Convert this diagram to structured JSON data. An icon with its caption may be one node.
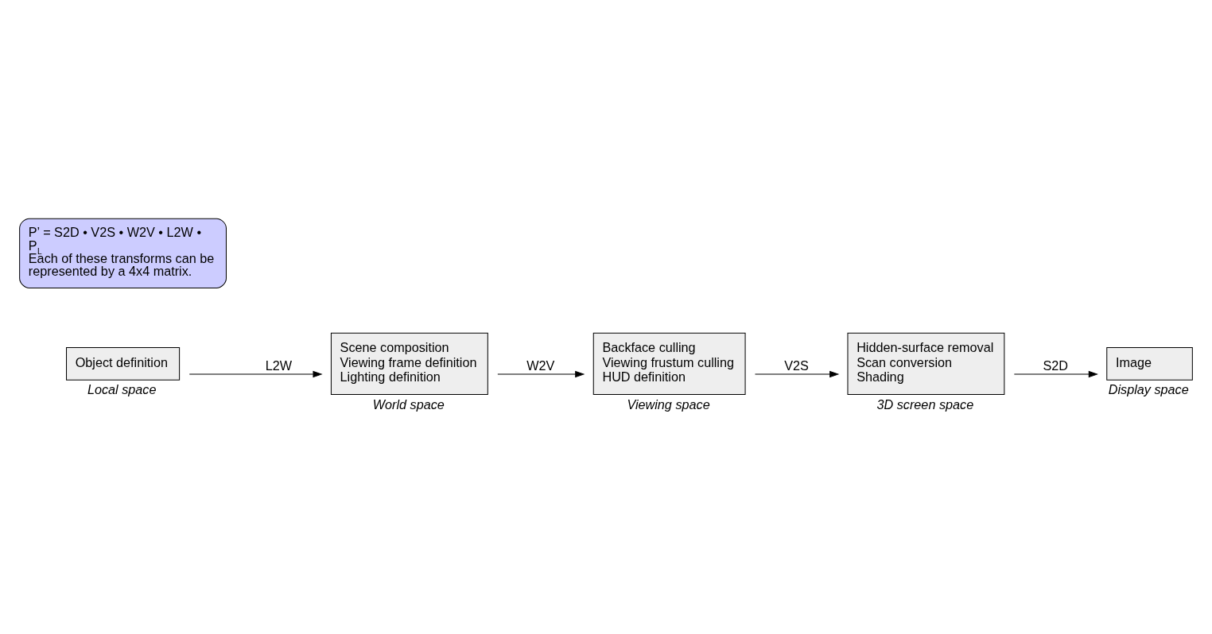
{
  "diagram": {
    "nodes": [
      {
        "text": [
          "Object definition"
        ],
        "beside": [
          "Local space"
        ]
      },
      {
        "text": [
          "Scene composition",
          "Viewing frame definition",
          "Lighting definition"
        ],
        "beside": [
          "World space"
        ]
      },
      {
        "text": [
          "Backface culling",
          "Viewing frustum culling",
          "HUD definition"
        ],
        "beside": [
          "Viewing space"
        ]
      },
      {
        "text": [
          "Hidden-surface removal",
          "Scan conversion",
          "Shading"
        ],
        "beside": [
          "3D screen space"
        ]
      },
      {
        "text": [
          "Image"
        ],
        "beside": [
          "Display space"
        ]
      },
      {
        "text": [
          "P’ = S2D • V2S • W2V • L2W • P$_{L}$",
          "Each of these transforms can be represented by a 4x4 matrix."
        ]
      }
    ],
    "edges": [
      {
        "from": 0,
        "to": 1,
        "arrow": "to",
        "label": "L2W"
      },
      {
        "from": 1,
        "to": 2,
        "arrow": "to",
        "label": "W2V"
      },
      {
        "from": 2,
        "to": 3,
        "arrow": "to",
        "label": "V2S"
      },
      {
        "from": 3,
        "to": 4,
        "arrow": "to",
        "label": "S2D"
      }
    ]
  }
}
